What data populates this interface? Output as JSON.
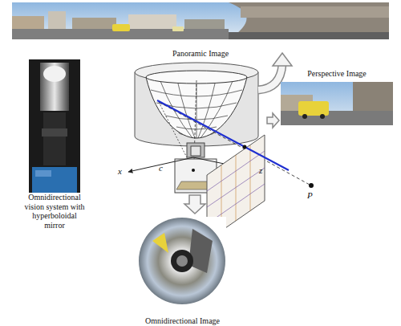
{
  "diagram": {
    "nodes": [
      {
        "text": [
          "Panoramic Image"
        ]
      },
      {
        "text": [
          "Omnidirectional vision system with hyperboloidal mirror"
        ]
      },
      {
        "text": [
          "Perspective Image"
        ]
      },
      {
        "text": [
          "Omnidirectional Image"
        ]
      }
    ],
    "labels": [
      "x",
      "c",
      "z",
      "P"
    ]
  }
}
